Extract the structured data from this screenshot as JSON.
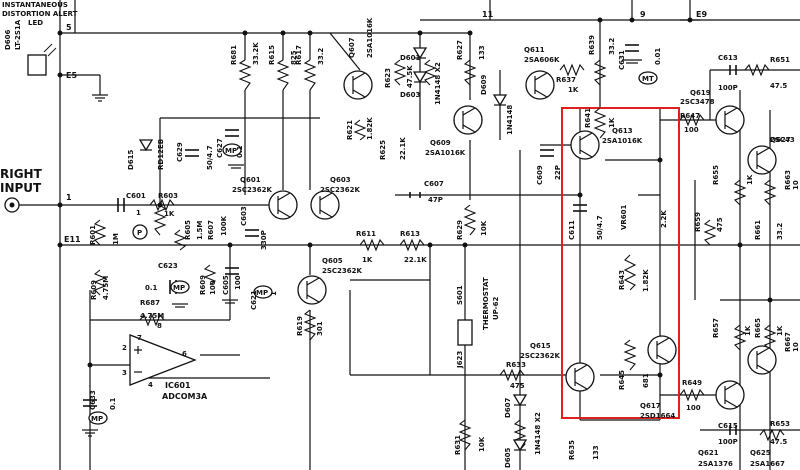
{
  "diagram": {
    "highlight_color": "#e0201c",
    "header_labels": {
      "distortion_alert": [
        "INSTANTANEOUS",
        "DISTORTION ALERT",
        "LED"
      ],
      "input": [
        "RIGHT",
        "INPUT"
      ]
    },
    "nodes": {
      "n5": "5",
      "n1": "1",
      "nE5": "E5",
      "nE11": "E11",
      "n11": "11",
      "n9": "9",
      "nE9": "E9"
    },
    "parts": {
      "D606": "D606",
      "LT": "LT-2S1A",
      "R681": "R681",
      "R681v": "33.2K",
      "R615": "R615",
      "R615v": "825",
      "R617": "R617",
      "R617v": "33.2",
      "Q607": "Q607",
      "Q607t": "2SA1016K",
      "R621": "R621",
      "R621v": "1.82K",
      "R623": "R623",
      "R623v": "47.5K",
      "D601": "D601",
      "D603": "D603",
      "D603t": "1N4148 X2",
      "R627": "R627",
      "R627v": "133",
      "Q609": "Q609",
      "Q609t": "2SA1016K",
      "R625": "R625",
      "R625v": "22.1K",
      "D609": "D609",
      "D609t": "1N4148",
      "Q611": "Q611",
      "Q611t": "2SA606K",
      "R637": "R637",
      "R637v": "1K",
      "R639": "R639",
      "R639v": "33.2",
      "C631": "C631",
      "C631v": "0.01",
      "C613": "C613",
      "C613v": "100P",
      "R651": "R651",
      "R651v": "47.5",
      "Q619": "Q619",
      "Q619t": "2SC3478",
      "R647": "R647",
      "R647v": "100",
      "D615": "D615",
      "D615t": "RD12EB",
      "C629": "C629",
      "C629v": "50/4.7",
      "C627": "C627",
      "C627v": "0.1",
      "Q601": "Q601",
      "Q601t": "2SC2362K",
      "Q603": "Q603",
      "Q603t": "2SC2362K",
      "R641": "R641",
      "R641v": "1K",
      "Q613": "Q613",
      "Q613t": "2SA1016K",
      "C609": "C609",
      "C609v": "22P",
      "C601": "C601",
      "C601v": "1",
      "R603": "R603",
      "R603v": "1K",
      "C607": "C607",
      "C607v": "47P",
      "R601": "R601",
      "R601v": "1M",
      "R605": "R605",
      "R605v": "1.5M",
      "R607": "R607",
      "R607v": "100K",
      "C603": "C603",
      "C603v": "330P",
      "R629": "R629",
      "R629v": "10K",
      "C611": "C611",
      "C611v": "50/4.7",
      "VR601": "VR601",
      "VR601v": "2.2K",
      "R655": "R655",
      "R655v": "1K",
      "R659": "R659",
      "R659v": "475",
      "R661": "R661",
      "R661v": "33.2",
      "R611": "R611",
      "R611v": "1K",
      "R613": "R613",
      "R613v": "22.1K",
      "R609": "R609",
      "R609v": "4.75M",
      "C623": "C623",
      "C623v": "0.1",
      "R609b": "R609",
      "R609bv": "100",
      "C605": "C605",
      "C605v": "100",
      "R687": "R687",
      "R687v": "4.75M",
      "C621": "C621",
      "C621v": "1",
      "Q605": "Q605",
      "Q605t": "2SC2362K",
      "S601": "S601",
      "THERMOSTAT": "THERMOSTAT",
      "UP62": "UP-62",
      "R643": "R643",
      "R643v": "1.82K",
      "R619": "R619",
      "R619v": "301",
      "J623": "J623",
      "Q615": "Q615",
      "Q615t": "2SC2362K",
      "R645": "R645",
      "R645v": "681",
      "R657": "R657",
      "R657v": "1K",
      "R665": "R665",
      "R665v": "1K",
      "IC601": "IC601",
      "IC601t": "ADCOM3A",
      "C633": "C633",
      "C633v": "0.1",
      "R633": "R633",
      "R633v": "475",
      "D607": "D607",
      "D605": "D605",
      "D605t": "1N4148 X2",
      "R649": "R649",
      "R649v": "100",
      "Q617": "Q617",
      "Q617t": "2SD1664",
      "R631": "R631",
      "R631v": "10K",
      "R635": "R635",
      "R635v": "133",
      "C615": "C615",
      "C615v": "100P",
      "R653": "R653",
      "R653v": "47.5",
      "Q621": "Q621",
      "Q621t": "2SA1376",
      "Q625": "Q625",
      "Q625t": "2SA1667",
      "Q627": "Q627",
      "Q627t": "2SC43",
      "R663": "R663",
      "R663v": "10",
      "R667": "R667",
      "R667v": "10",
      "P": "P",
      "MP": "MP",
      "MT": "MT"
    },
    "opamp_pins": {
      "p2": "2",
      "p3": "3",
      "p4": "4",
      "p6": "6",
      "p7": "7",
      "p8": "8"
    }
  }
}
